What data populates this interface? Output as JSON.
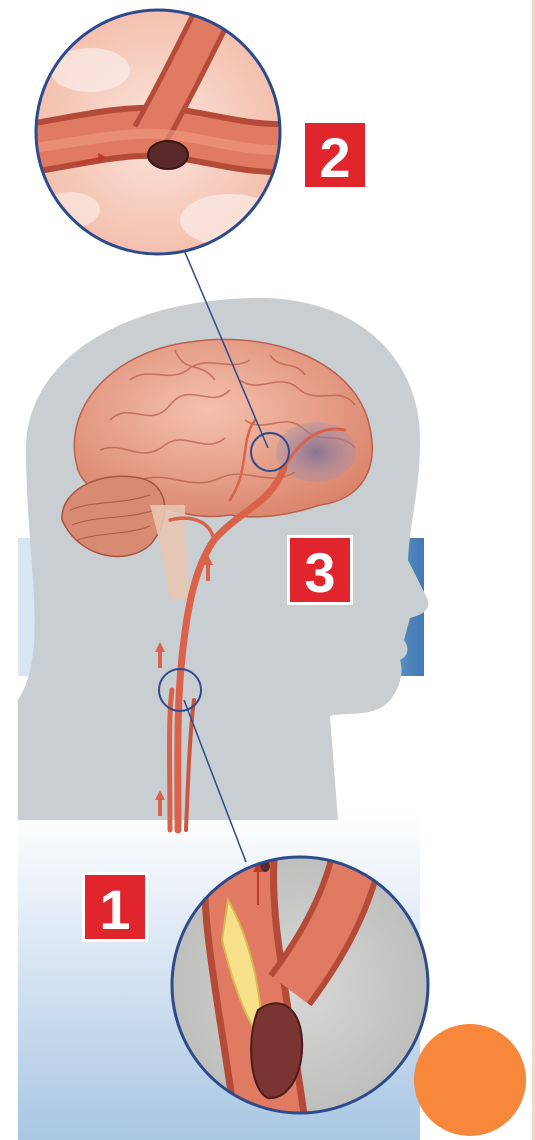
{
  "labels": {
    "step_1": "1",
    "step_2": "2",
    "step_3": "3"
  },
  "colors": {
    "label_red": "#e0262c",
    "artery": "#d9634a",
    "brain": "#e9a58f",
    "head_silhouette": "#c9ced3",
    "blue_band": "#3f79b4",
    "orange_dot": "#f7873a"
  }
}
